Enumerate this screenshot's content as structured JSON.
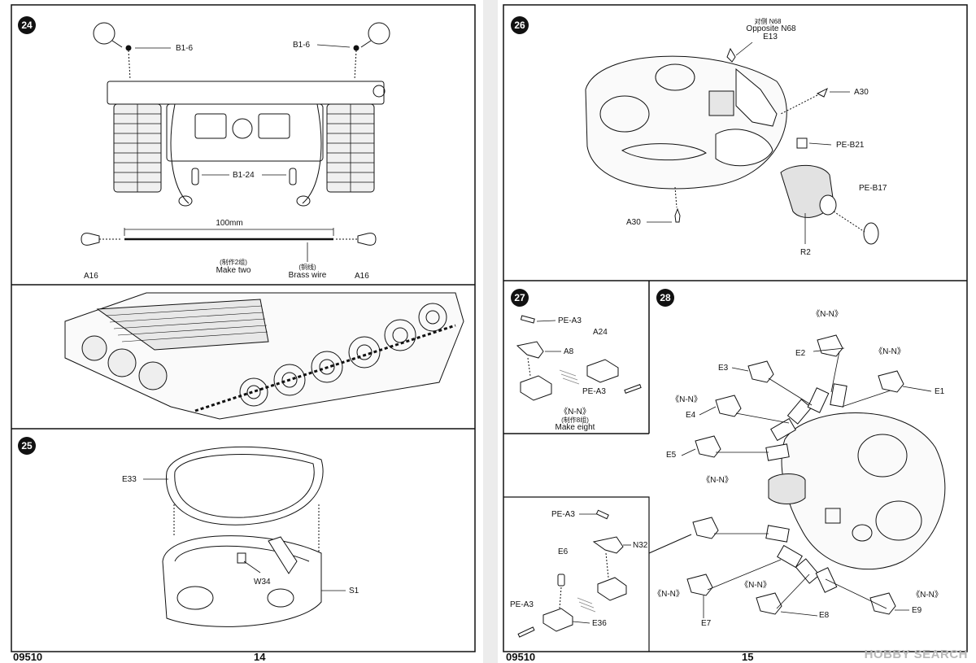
{
  "pages": {
    "left_number": "14",
    "right_number": "15",
    "left_code": "09510",
    "right_code": "09510"
  },
  "steps": {
    "s24": "24",
    "s25": "25",
    "s26": "26",
    "s27": "27",
    "s28": "28"
  },
  "step24": {
    "b1_6_left": "B1-6",
    "b1_6_right": "B1-6",
    "b1_24": "B1-24",
    "length": "100mm",
    "a16_left": "A16",
    "a16_right": "A16",
    "make_two_cn": "(制作2组)",
    "make_two": "Make two",
    "brass_cn": "(铜线)",
    "brass": "Brass wire"
  },
  "step25": {
    "e33": "E33",
    "w34": "W34",
    "s1": "S1"
  },
  "step26": {
    "opp_cn": "对侧 N68",
    "opp": "Opposite N68",
    "e13": "E13",
    "a30_top": "A30",
    "peb21": "PE-B21",
    "peb17": "PE-B17",
    "a30_bottom": "A30",
    "r2": "R2"
  },
  "step27": {
    "pea3_top": "PE-A3",
    "a24": "A24",
    "a8": "A8",
    "pea3_bottom": "PE-A3",
    "nn": "《N-N》",
    "make_eight_cn": "(制作8组)",
    "make_eight": "Make eight"
  },
  "inset": {
    "pea3_top": "PE-A3",
    "n32": "N32",
    "e6": "E6",
    "pea3_bottom": "PE-A3",
    "e36": "E36"
  },
  "step28": {
    "nn_top": "《N-N》",
    "e2": "E2",
    "nn_e1": "《N-N》",
    "e1": "E1",
    "e3": "E3",
    "nn_e4": "《N-N》",
    "e4": "E4",
    "e5": "E5",
    "nn_e5": "《N-N》",
    "nn_e7": "《N-N》",
    "e7": "E7",
    "nn_e8": "《N-N》",
    "e8": "E8",
    "nn_e9": "《N-N》",
    "e9": "E9"
  },
  "watermark": "HOBBY SEARCH",
  "colors": {
    "ink": "#111111",
    "paper": "#ffffff",
    "fold": "#d6d6d6",
    "watermark": "#b8b8b8"
  }
}
